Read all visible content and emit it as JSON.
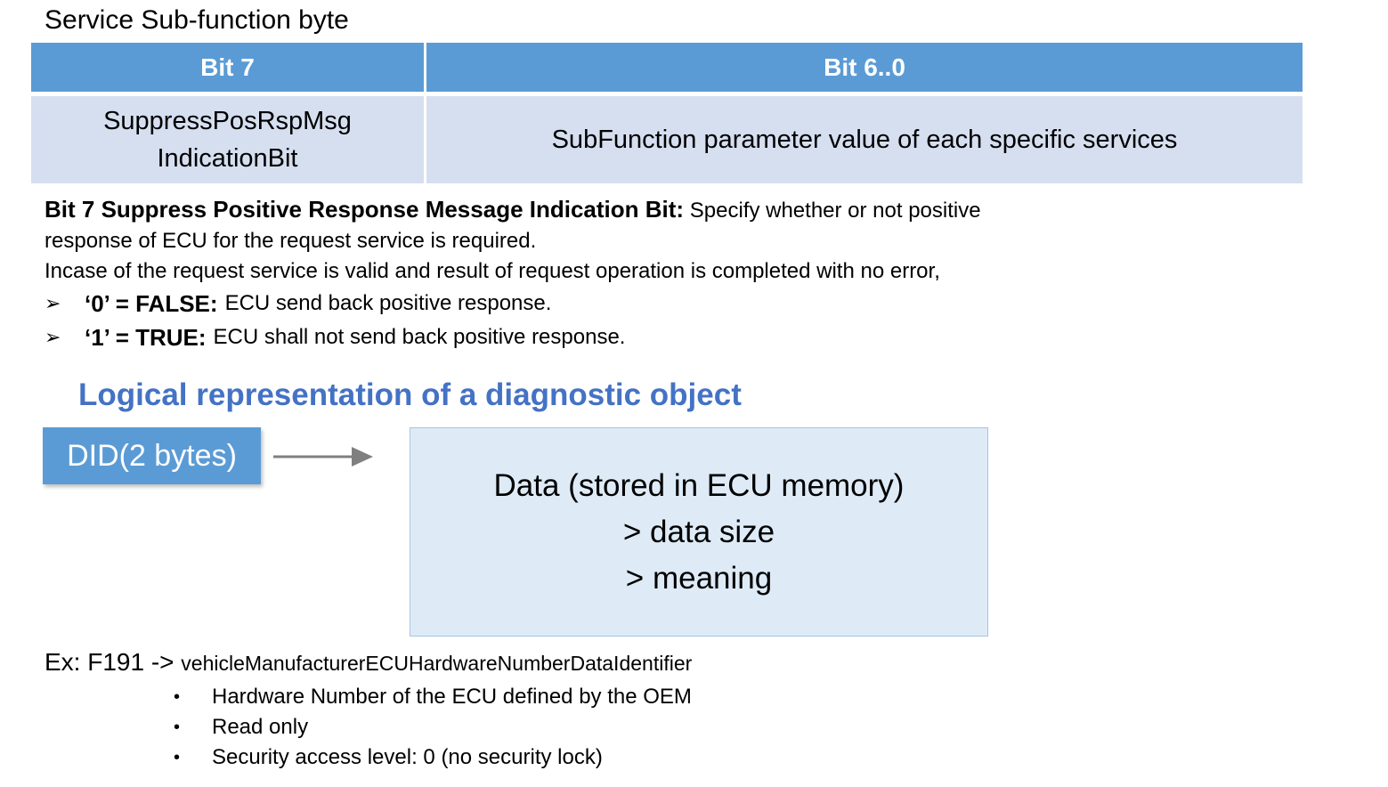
{
  "section_title": "Service Sub-function byte",
  "table": {
    "headers": [
      "Bit 7",
      "Bit 6..0"
    ],
    "cells": [
      [
        "SuppressPosRspMsg",
        "IndicationBit"
      ],
      "SubFunction parameter value of each specific services"
    ]
  },
  "description": {
    "lead": "Bit 7 Suppress Positive Response Message Indication Bit:",
    "lead_rest": " Specify whether or not positive",
    "line2": "response of ECU for the request service is required.",
    "line3": "Incase of the request service is valid and result of request operation is completed with no error,",
    "bullets": [
      {
        "key": "‘0’ = FALSE:",
        "text": "ECU send back positive response."
      },
      {
        "key": "‘1’ = TRUE:",
        "text": "ECU shall not send back positive response."
      }
    ]
  },
  "logical": {
    "title": "Logical representation of a diagnostic object",
    "did_label": "DID(2 bytes)",
    "data_lines": [
      "Data (stored in ECU memory)",
      "> data size",
      "> meaning"
    ]
  },
  "example": {
    "prefix": "Ex: F191 ->",
    "identifier": "vehicleManufacturerECUHardwareNumberDataIdentifier",
    "items": [
      "Hardware Number of the ECU defined by the OEM",
      "Read only",
      "Security access level: 0 (no security lock)"
    ]
  },
  "colors": {
    "header_blue": "#5b9bd5",
    "cell_blue": "#d6dff0",
    "title_blue": "#4472c4",
    "data_box": "#deebf7"
  }
}
